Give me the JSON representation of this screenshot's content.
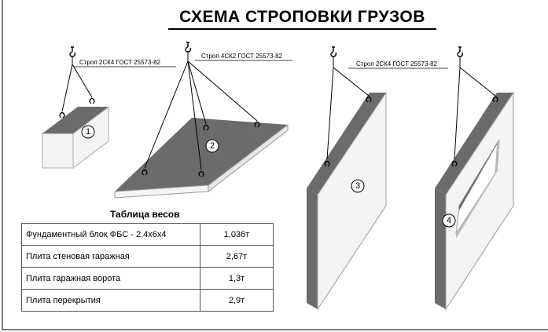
{
  "title": "СХЕМА СТРОПОВКИ ГРУЗОВ",
  "slings": {
    "block": "Строп 2СК4 ГОСТ 25573-82",
    "slab": "Строп 4СК2 ГОСТ 25573-82",
    "panel": "Строп 2СК4 ГОСТ 25573-82"
  },
  "item_numbers": [
    "1",
    "2",
    "3",
    "4"
  ],
  "weights_table": {
    "caption": "Таблица весов",
    "rows": [
      {
        "name": "Фундаментный блок ФБС - 2.4х6х4",
        "weight": "1,036т"
      },
      {
        "name": "Плита стеновая гаражная",
        "weight": "2,67т"
      },
      {
        "name": "Плита гаражная ворота",
        "weight": "1,3т"
      },
      {
        "name": "Плита перекрытия",
        "weight": "2,9т"
      }
    ]
  },
  "colors": {
    "surface_gray": "#6b6b6b",
    "light_face": "#f2f2f2",
    "edge": "#9a9a9a"
  }
}
